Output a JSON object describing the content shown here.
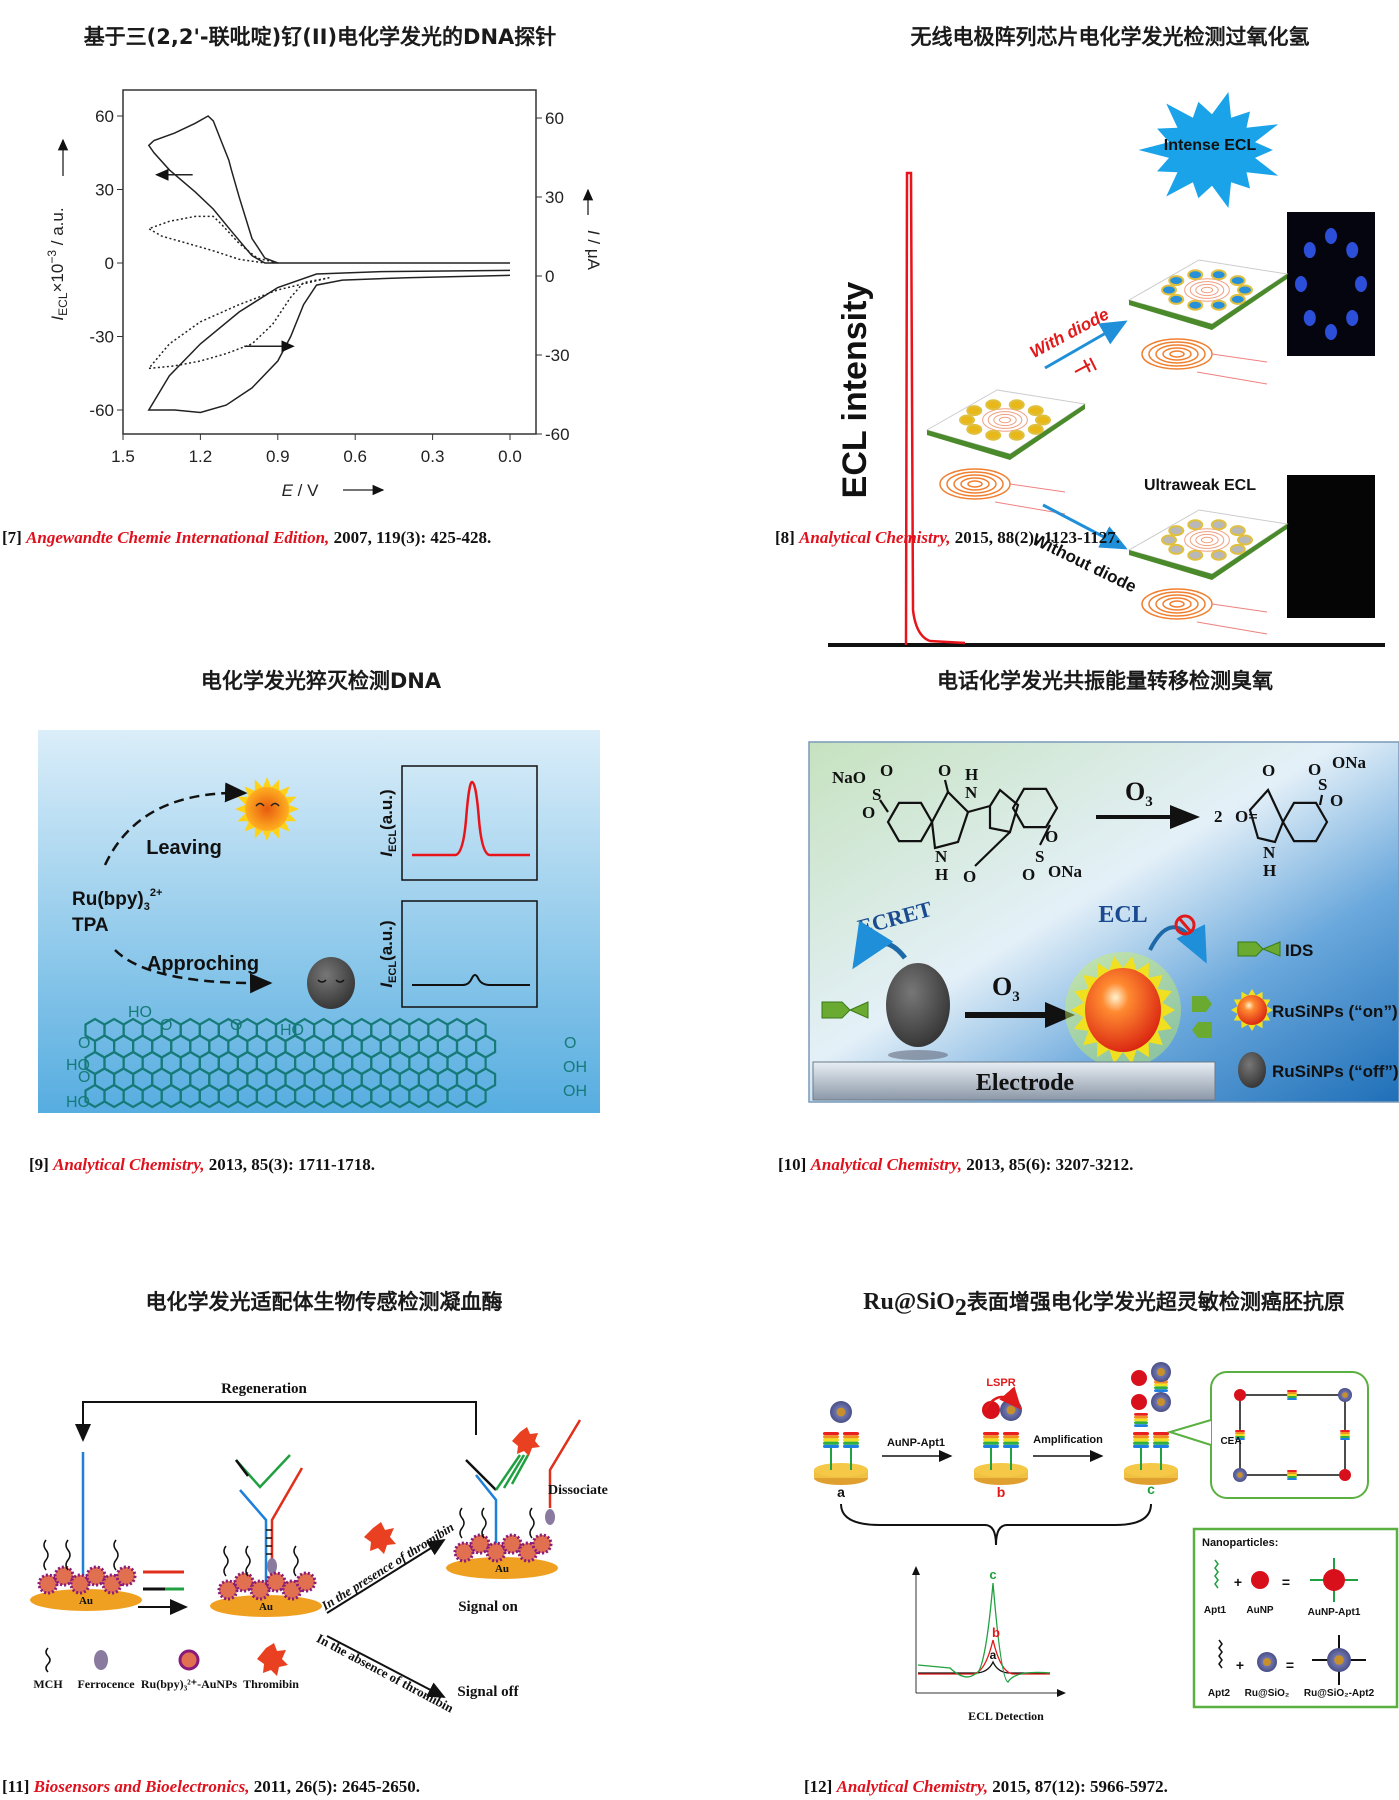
{
  "fig7": {
    "title": "基于三(2,2'-联吡啶)钌(II)电化学发光的DNA探针",
    "y_left_ticks": [
      "60",
      "30",
      "0",
      "-30",
      "-60"
    ],
    "y_right_ticks": [
      "60",
      "30",
      "0",
      "-30",
      "-60"
    ],
    "x_ticks": [
      "1.5",
      "1.2",
      "0.9",
      "0.6",
      "0.3",
      "0.0"
    ],
    "xlabel": {
      "var": "E",
      "unit": " / V"
    },
    "ylabel_left": {
      "var": "I",
      "sub": "ECL",
      "mid": "×10",
      "sup": "−3",
      "unit": " / a.u."
    },
    "ylabel_right": {
      "var": "I",
      "unit": " / μA"
    },
    "citation": {
      "num": "[7] ",
      "journal": "Angewandte Chemie International Edition,",
      "details": " 2007, 119(3): 425-428."
    }
  },
  "fig8": {
    "title": "无线电极阵列芯片电化学发光检测过氧化氢",
    "ylabel": "ECL intensity",
    "burst_label": "Intense ECL",
    "with_diode": "With diode",
    "without_diode": "Without diode",
    "weak_label": "Ultraweak ECL",
    "colors": {
      "spike": "#e8141c",
      "burst": "#1aa3e8",
      "arrow": "#1e8fd8"
    },
    "citation": {
      "num": "[8]  ",
      "journal": "Analytical Chemistry,",
      "details": " 2015, 88(2): 1123-1127."
    }
  },
  "fig9": {
    "title": "电化学发光猝灭检测DNA",
    "leaving": "Leaving",
    "ru": "Ru(bpy)",
    "ru_sub": "3",
    "ru_sup": "2+",
    "tpa": "TPA",
    "approaching": "Approching",
    "inset_ylabel": {
      "var": "I",
      "sub": "ECL",
      "unit": "(a.u.)"
    },
    "groups": [
      "HO",
      "O",
      "O",
      "HO",
      "O",
      "HO",
      "O",
      "HO",
      "O",
      "OH",
      "OH"
    ],
    "citation": {
      "num": "[9] ",
      "journal": "Analytical Chemistry,",
      "details": " 2013, 85(3): 1711-1718."
    }
  },
  "fig10": {
    "title": "电话化学发光共振能量转移检测臭氧",
    "chem": {
      "nao": "NaO",
      "s": "S",
      "o": "O",
      "n": "N",
      "h": "H",
      "ona": "ONa",
      "two": "2",
      "o_eq": "O="
    },
    "o3": "O",
    "o3_sub": "3",
    "ecret": "ECRET",
    "ecl": "ECL",
    "legend": [
      "IDS",
      "RuSiNPs (“on”)",
      "RuSiNPs (“off”)"
    ],
    "electrode": "Electrode",
    "citation": {
      "num": "[10] ",
      "journal": "Analytical Chemistry,",
      "details": " 2013, 85(6): 3207-3212."
    }
  },
  "fig11": {
    "title": "电化学发光适配体生物传感检测凝血酶",
    "regeneration": "Regeneration",
    "dissociate": "Dissociate",
    "presence": "In the presence of thromibin",
    "absence": "In the absence of thromibin",
    "signal_on": "Signal on",
    "signal_off": "Signal off",
    "au": "Au",
    "legend": [
      "MCH",
      "Ferrocence",
      "Ru(bpy)₃²⁺-AuNPs",
      "Thromibin"
    ],
    "citation": {
      "num": "[11] ",
      "journal": "Biosensors and Bioelectronics,",
      "details": " 2011, 26(5): 2645-2650."
    }
  },
  "fig12": {
    "title_prefix": "Ru@SiO",
    "title_sub": "2",
    "title_rest": "表面增强电化学发光超灵敏检测癌胚抗原",
    "step_labels": [
      "a",
      "b",
      "c"
    ],
    "arrow1": "AuNP-Apt1",
    "arrow2": "Amplification",
    "lspr": "LSPR",
    "cea": "CEA",
    "detection": "ECL Detection",
    "peak_labels": [
      "c",
      "b",
      "a"
    ],
    "np_title": "Nanoparticles:",
    "np_labels": [
      "Apt1",
      "AuNP",
      "AuNP-Apt1",
      "Apt2",
      "Ru@SiO₂",
      "Ru@SiO₂-Apt2"
    ],
    "plus": "+",
    "equals": "=",
    "colors": {
      "a": "#111111",
      "b": "#e01a1a",
      "c": "#20a040"
    },
    "citation": {
      "num": "[12] ",
      "journal": "Analytical Chemistry,",
      "details": " 2015, 87(12): 5966-5972."
    }
  }
}
